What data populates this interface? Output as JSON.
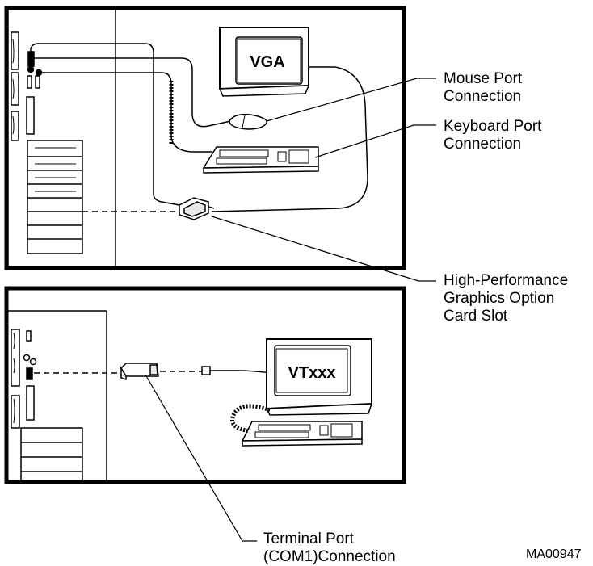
{
  "monitors": {
    "top": "VGA",
    "bottom": "VTxxx"
  },
  "callouts": {
    "mouse_port": "Mouse Port\nConnection",
    "keyboard_port": "Keyboard Port\nConnection",
    "graphics_slot": "High-Performance\nGraphics Option\nCard Slot",
    "terminal_port": "Terminal Port\n(COM1)Connection"
  },
  "figure_id": "MA00947"
}
